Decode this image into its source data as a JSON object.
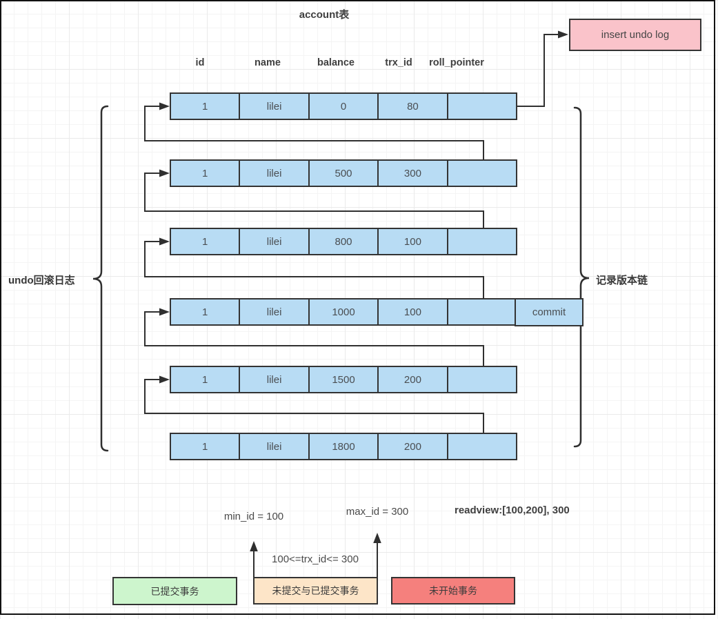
{
  "diagram": {
    "title": "account表",
    "insert_box_label": "insert undo log",
    "left_brace_label": "undo回滚日志",
    "right_brace_label": "记录版本链",
    "commit_label": "commit"
  },
  "table": {
    "columns": [
      "id",
      "name",
      "balance",
      "trx_id",
      "roll_pointer"
    ],
    "rows": [
      {
        "id": "1",
        "name": "lilei",
        "balance": "0",
        "trx_id": "80",
        "roll_pointer": ""
      },
      {
        "id": "1",
        "name": "lilei",
        "balance": "500",
        "trx_id": "300",
        "roll_pointer": ""
      },
      {
        "id": "1",
        "name": "lilei",
        "balance": "800",
        "trx_id": "100",
        "roll_pointer": ""
      },
      {
        "id": "1",
        "name": "lilei",
        "balance": "1000",
        "trx_id": "100",
        "roll_pointer": ""
      },
      {
        "id": "1",
        "name": "lilei",
        "balance": "1500",
        "trx_id": "200",
        "roll_pointer": ""
      },
      {
        "id": "1",
        "name": "lilei",
        "balance": "1800",
        "trx_id": "200",
        "roll_pointer": ""
      }
    ]
  },
  "annotations": {
    "min_id": "min_id = 100",
    "max_id": "max_id = 300",
    "readview": "readview:[100,200], 300",
    "trx_range": "100<=trx_id<= 300"
  },
  "legend": [
    {
      "label": "已提交事务",
      "color": "#cdf5cd"
    },
    {
      "label": "未提交与已提交事务",
      "color": "#fde5c8"
    },
    {
      "label": "未开始事务",
      "color": "#f5807d"
    }
  ],
  "colors": {
    "record_fill": "#b8dcf4",
    "insert_undo_fill": "#fac3ca",
    "line": "#2f2f2f"
  }
}
